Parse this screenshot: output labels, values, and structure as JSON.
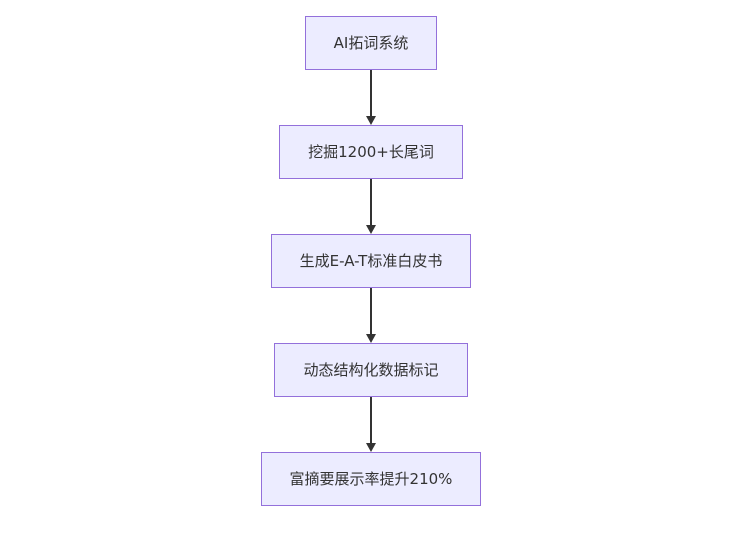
{
  "diagram": {
    "type": "flowchart",
    "direction": "top-down",
    "colors": {
      "node_fill": "#ECECFF",
      "node_border": "#9370DB",
      "node_text": "#333333",
      "arrow": "#333333",
      "background": "#FFFFFF"
    },
    "nodes": [
      {
        "id": "step-1",
        "label": "AI拓词系统"
      },
      {
        "id": "step-2",
        "label": "挖掘1200+长尾词"
      },
      {
        "id": "step-3",
        "label": "生成E-A-T标准白皮书"
      },
      {
        "id": "step-4",
        "label": "动态结构化数据标记"
      },
      {
        "id": "step-5",
        "label": "富摘要展示率提升210%"
      }
    ],
    "edges": [
      {
        "from": "step-1",
        "to": "step-2"
      },
      {
        "from": "step-2",
        "to": "step-3"
      },
      {
        "from": "step-3",
        "to": "step-4"
      },
      {
        "from": "step-4",
        "to": "step-5"
      }
    ]
  }
}
